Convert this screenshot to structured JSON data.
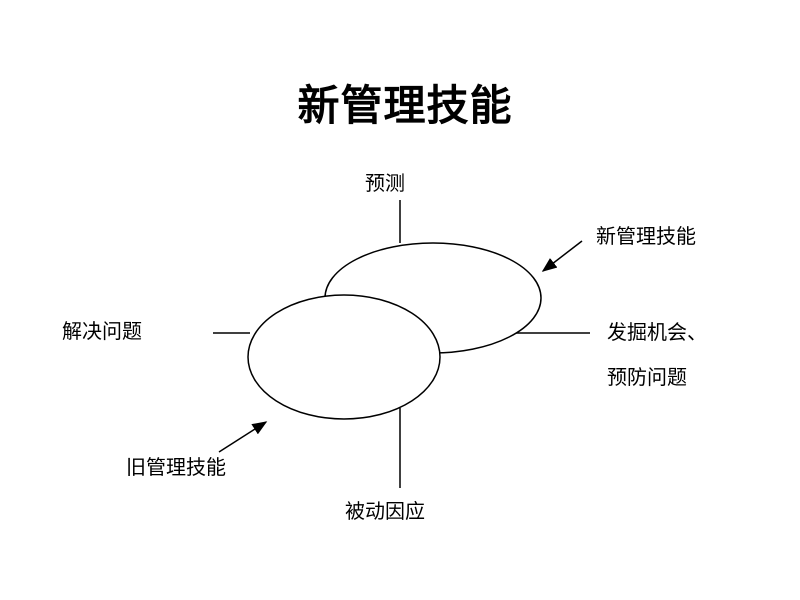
{
  "title": "新管理技能",
  "labels": {
    "top": "预测",
    "bottom": "被动因应",
    "left": "解决问题",
    "right_line1": "发掘机会、",
    "right_line2": "预防问题",
    "new_skill": "新管理技能",
    "old_skill": "旧管理技能"
  },
  "colors": {
    "stroke": "#000000",
    "background": "#ffffff"
  }
}
